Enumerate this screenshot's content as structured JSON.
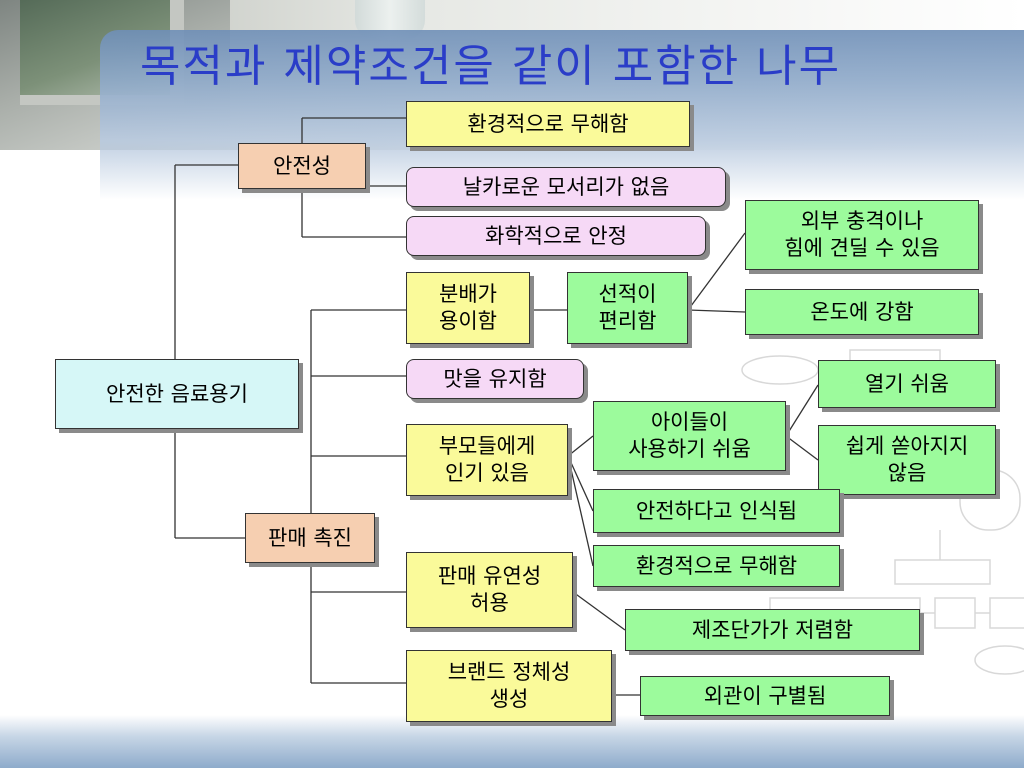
{
  "title": "목적과 제약조건을 같이 포함한 나무",
  "colors": {
    "title": "#2a3dc8",
    "root": "#d6f7f7",
    "category": "#f6cfb1",
    "objective": "#fafa9a",
    "constraint": "#f6d9f6",
    "means": "#9cfb9c"
  },
  "tree": {
    "root": "안전한 음료용기",
    "safety": {
      "label": "안전성",
      "children": [
        "환경적으로 무해함",
        "날카로운 모서리가 없음",
        "화학적으로 안정"
      ]
    },
    "promotion": {
      "label": "판매 촉진",
      "easy_distribution": {
        "label": "분배가\n용이함",
        "shipping": {
          "label": "선적이\n편리함",
          "children": [
            "외부 충격이나\n힘에 견딜 수 있음",
            "온도에 강함"
          ]
        }
      },
      "taste": "맛을 유지함",
      "parents": {
        "label": "부모들에게\n인기 있음",
        "kids_easy": {
          "label": "아이들이\n사용하기 쉬움",
          "children": [
            "열기 쉬움",
            "쉽게 쏟아지지\n않음"
          ]
        },
        "safe_perceived": "안전하다고 인식됨",
        "env": "환경적으로 무해함"
      },
      "flexibility": {
        "label": "판매 유연성\n허용",
        "cheap": "제조단가가 저렴함"
      },
      "brand": {
        "label": "브랜드 정체성\n생성",
        "distinct": "외관이 구별됨"
      }
    }
  }
}
